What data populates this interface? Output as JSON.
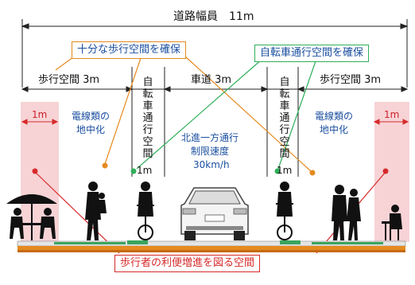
{
  "road_width": "道路幅員　11m",
  "callout_sidewalk": "十分な歩行空間を確保",
  "callout_bicycle": "自転車通行空間を確保",
  "callout_bottom": "歩行者の利便増進を図る空間",
  "sidewalk_left": "歩行空間 3m",
  "sidewalk_right": "歩行空間 3m",
  "carriageway": "車道 3m",
  "bike_left": "自転車通行空間",
  "bike_right": "自転車通行空間",
  "bike_width_left": "1m",
  "bike_width_right": "1m",
  "edge_left": "1m",
  "edge_right": "1m",
  "underground_left": "電線類の地中化",
  "underground_right": "電線類の地中化",
  "lane_line1": "北進一方通行",
  "lane_line2": "制限速度",
  "lane_line3": "30km/h",
  "colors": {
    "orange": "#e58a1f",
    "green": "#2fae5a",
    "red": "#d62a2a",
    "pink_zone": "#f7d3d6",
    "pavement": "#3aa55c",
    "blue_text": "#1b4fa0"
  },
  "icons": [
    "dining-table-umbrella-icon",
    "pedestrian-icon",
    "cyclist-icon",
    "car-rear-icon",
    "couple-walking-icon",
    "cafe-chair-icon"
  ]
}
